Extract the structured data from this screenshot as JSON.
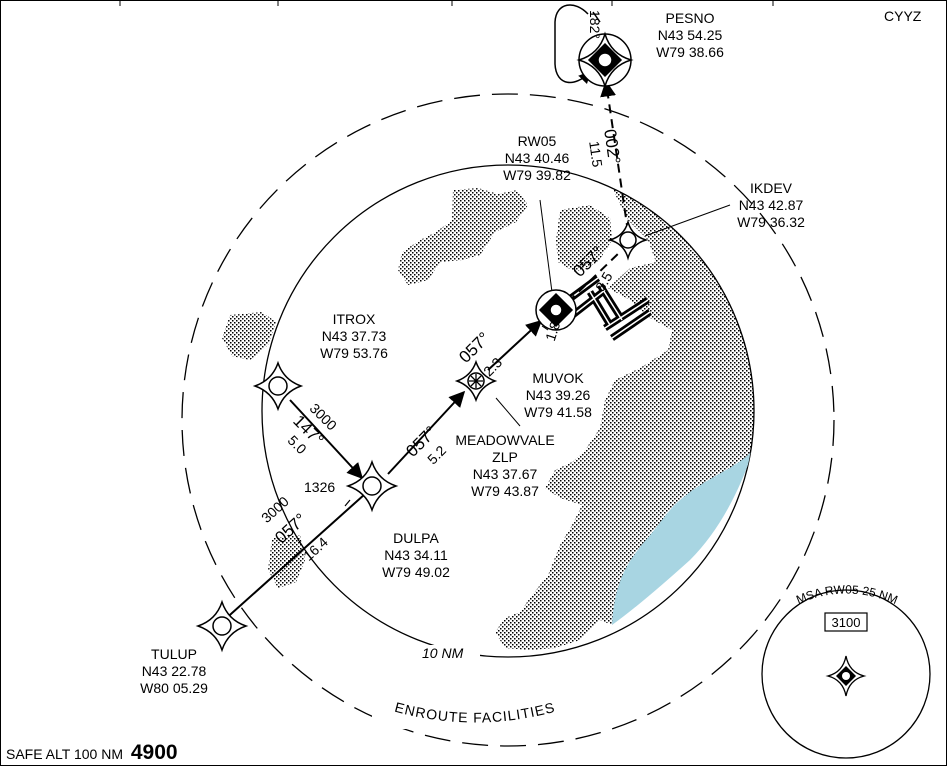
{
  "chart_ident": "CYYZ",
  "fixes": {
    "pesno": {
      "name": "PESNO",
      "lat": "N43 54.25",
      "lon": "W79 38.66"
    },
    "ikdev": {
      "name": "IKDEV",
      "lat": "N43 42.87",
      "lon": "W79 36.32"
    },
    "rw05": {
      "name": "RW05",
      "lat": "N43 40.46",
      "lon": "W79 39.82"
    },
    "itrox": {
      "name": "ITROX",
      "lat": "N43 37.73",
      "lon": "W79 53.76"
    },
    "muvok": {
      "name": "MUVOK",
      "lat": "N43 39.26",
      "lon": "W79 41.58"
    },
    "meadowvale": {
      "name": "MEADOWVALE",
      "ident": "ZLP",
      "lat": "N43 37.67",
      "lon": "W79 43.87"
    },
    "dulpa": {
      "name": "DULPA",
      "lat": "N43 34.11",
      "lon": "W79 49.02"
    },
    "tulup": {
      "name": "TULUP",
      "lat": "N43 22.78",
      "lon": "W80 05.29"
    }
  },
  "legs": {
    "tulup_dulpa": {
      "altitude": "3000",
      "course": "057°",
      "distance": "16.4"
    },
    "itrox_dulpa": {
      "altitude": "3000",
      "course": "147°",
      "distance": "5.0"
    },
    "dulpa_zlp": {
      "course": "057°",
      "distance": "5.2"
    },
    "zlp_muvok": {
      "course": "057°",
      "distance": "2.3"
    },
    "muvok_rw05": {
      "distance": "1.8"
    },
    "rw05_ikdev": {
      "course": "057°",
      "distance": "3.5"
    },
    "ikdev_pesno": {
      "course": "002°",
      "distance": "11.5"
    },
    "hold": {
      "course": "182°"
    }
  },
  "dulpa_elevation": "1326",
  "ring_10nm": "10 NM",
  "enroute_label": "ENROUTE FACILITIES",
  "msa": {
    "label": "MSA",
    "reference": "RW05",
    "radius": "25 NM",
    "altitude": "3100"
  },
  "safe_alt": {
    "label": "SAFE ALT 100 NM",
    "value": "4900"
  },
  "colors": {
    "water": "#a8d5e2",
    "ink": "#000000"
  }
}
